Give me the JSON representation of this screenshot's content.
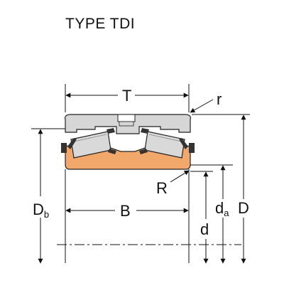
{
  "diagram": {
    "title": "TYPE TDI",
    "labels": {
      "T": "T",
      "r": "r",
      "R": "R",
      "B": "B",
      "Db_main": "D",
      "Db_sub": "b",
      "d": "d",
      "da_main": "d",
      "da_sub": "a",
      "D": "D"
    },
    "colors": {
      "cup": "#d6d6d6",
      "cone": "#f3a86b",
      "outline": "#222222",
      "line": "#111111"
    }
  }
}
